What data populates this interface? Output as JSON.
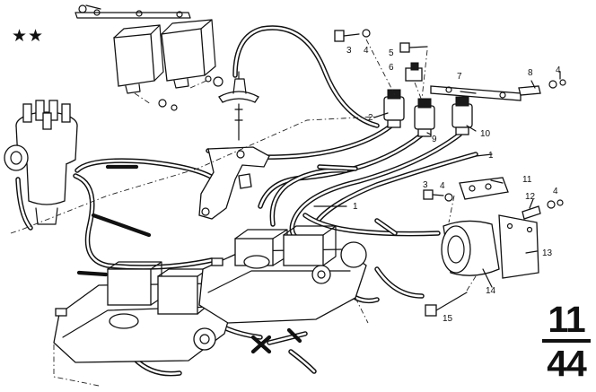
{
  "diagram": {
    "marker": "★★",
    "group_code": {
      "top": "11",
      "bottom": "44"
    },
    "callouts": [
      {
        "id": "c1a",
        "text": "1"
      },
      {
        "id": "c1b",
        "text": "1"
      },
      {
        "id": "c2",
        "text": "2"
      },
      {
        "id": "c3a",
        "text": "3"
      },
      {
        "id": "c3b",
        "text": "3"
      },
      {
        "id": "c4a",
        "text": "4"
      },
      {
        "id": "c4b",
        "text": "4"
      },
      {
        "id": "c4c",
        "text": "4"
      },
      {
        "id": "c4d",
        "text": "4"
      },
      {
        "id": "c5",
        "text": "5"
      },
      {
        "id": "c6",
        "text": "6"
      },
      {
        "id": "c7",
        "text": "7"
      },
      {
        "id": "c8",
        "text": "8"
      },
      {
        "id": "c9",
        "text": "9"
      },
      {
        "id": "c10",
        "text": "10"
      },
      {
        "id": "c11",
        "text": "11"
      },
      {
        "id": "c12",
        "text": "12"
      },
      {
        "id": "c13",
        "text": "13"
      },
      {
        "id": "c14",
        "text": "14"
      },
      {
        "id": "c15",
        "text": "15"
      }
    ]
  }
}
